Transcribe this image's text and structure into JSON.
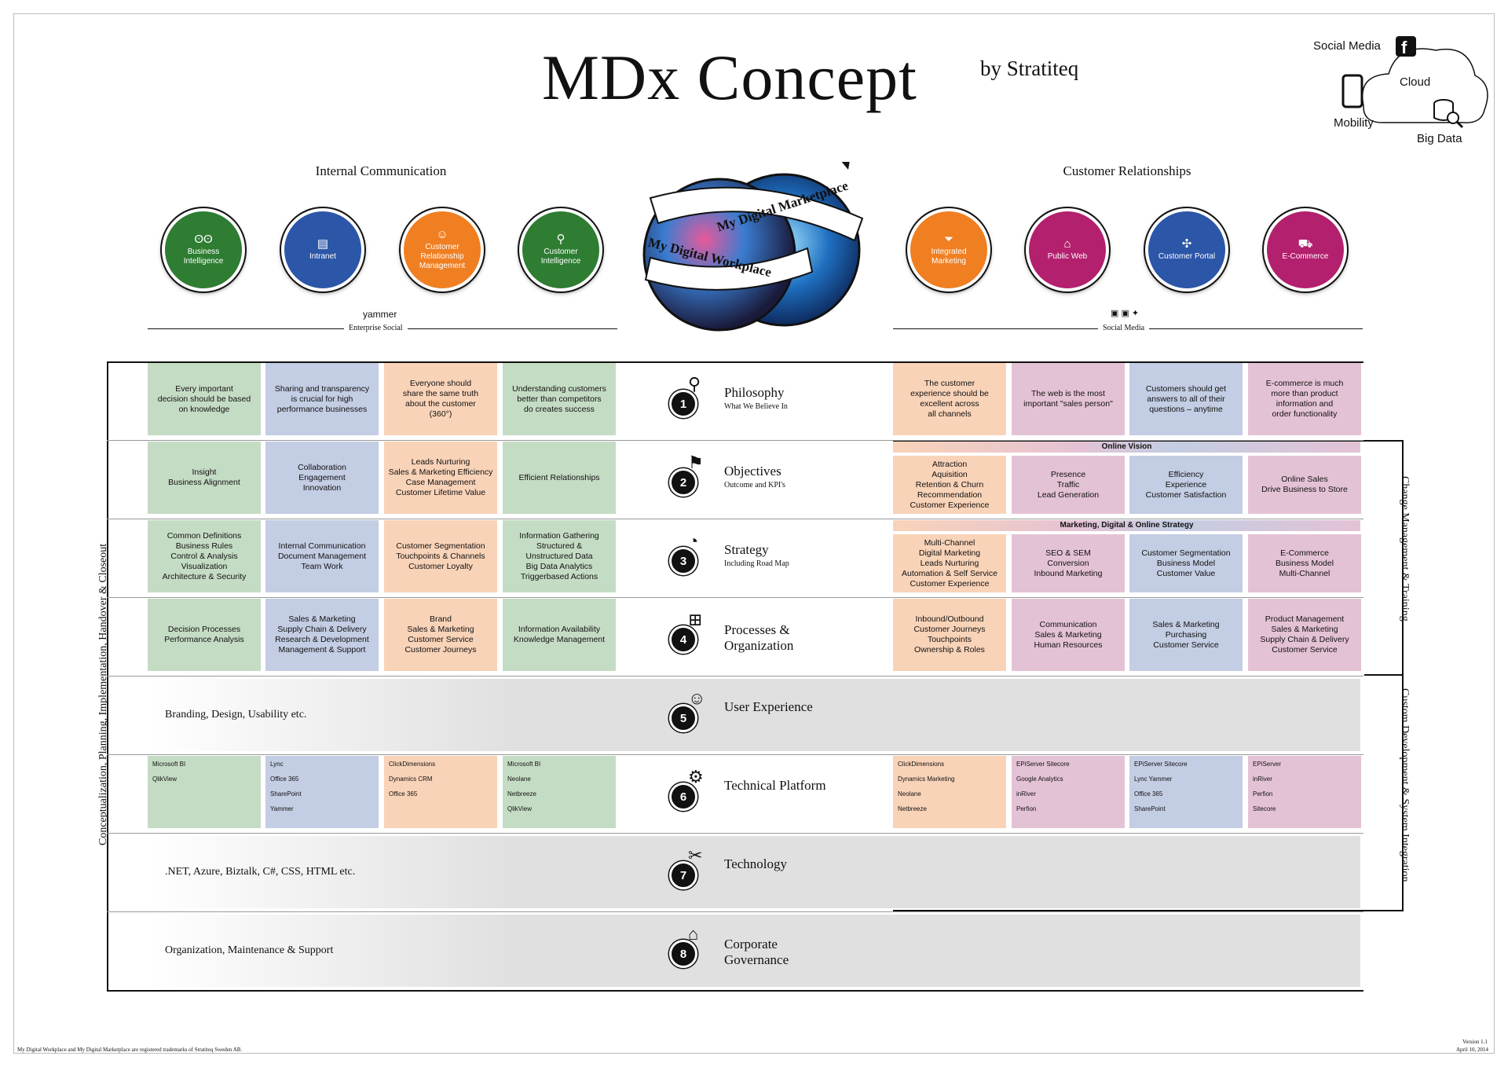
{
  "title": "MDx Concept",
  "byline": "by Stratiteq",
  "cloud": {
    "social": "Social Media",
    "cloud": "Cloud",
    "mobility": "Mobility",
    "bigdata": "Big Data"
  },
  "headers": {
    "left": "Internal Communication",
    "right": "Customer Relationships"
  },
  "left_circles": [
    {
      "label": "Business Intelligence",
      "icon": "glasses-icon",
      "glyph": "ʘʘ",
      "color": "#2e7d32"
    },
    {
      "label": "Intranet",
      "icon": "documents-icon",
      "glyph": "▤",
      "color": "#2c56a8"
    },
    {
      "label": "Customer Relationship Management",
      "icon": "smiley-icon",
      "glyph": "☺",
      "color": "#f07f22"
    },
    {
      "label": "Customer Intelligence",
      "icon": "magnifier-icon",
      "glyph": "⚲",
      "color": "#2e7d32"
    }
  ],
  "right_circles": [
    {
      "label": "Integrated Marketing",
      "icon": "funnel-icon",
      "glyph": "⏷",
      "color": "#f07f22"
    },
    {
      "label": "Public Web",
      "icon": "home-icon",
      "glyph": "⌂",
      "color": "#b3206e"
    },
    {
      "label": "Customer Portal",
      "icon": "network-icon",
      "glyph": "✣",
      "color": "#2c56a8"
    },
    {
      "label": "E-Commerce",
      "icon": "cart-icon",
      "glyph": "⛟",
      "color": "#b3206e"
    }
  ],
  "yammer": "yammer",
  "enterprise_social": "Enterprise Social",
  "social_media": "Social Media",
  "globe": {
    "band1": "My Digital Marketplace",
    "band2": "My Digital Workplace"
  },
  "vertical": {
    "left": "Conceptualization, Planning, Implementation, Handover & Closeout",
    "right1": "Change Management & Training",
    "right2": "Custom Development & System Integration"
  },
  "rows": [
    {
      "num": "1",
      "title": "Philosophy",
      "sub": "What We Believe In",
      "left": [
        "Every important\ndecision should be based\non knowledge",
        "Sharing and transparency\nis crucial for high\nperformance businesses",
        "Everyone should\nshare the same truth\nabout the customer\n(360°)",
        "Understanding customers\nbetter than competitors\ndo creates success"
      ],
      "right": [
        "The customer\nexperience should be\nexcellent across\nall channels",
        "The web is the most\nimportant \"sales person\"",
        "Customers should get\nanswers to all of their\nquestions – anytime",
        "E-commerce is much\nmore than product\ninformation and\norder functionality"
      ]
    },
    {
      "num": "2",
      "title": "Objectives",
      "sub": "Outcome and KPI's",
      "bar": "Online Vision",
      "left": [
        "Insight\nBusiness Alignment",
        "Collaboration\nEngagement\nInnovation",
        "Leads Nurturing\nSales & Marketing Efficiency\nCase Management\nCustomer Lifetime Value",
        "Efficient Relationships"
      ],
      "right": [
        "Attraction\nAquisition\nRetention & Churn\nRecommendation\nCustomer Experience",
        "Presence\nTraffic\nLead Generation",
        "Efficiency\nExperience\nCustomer Satisfaction",
        "Online Sales\nDrive Business to Store"
      ]
    },
    {
      "num": "3",
      "title": "Strategy",
      "sub": "Including Road Map",
      "bar": "Marketing, Digital & Online Strategy",
      "left": [
        "Common Definitions\nBusiness Rules\nControl & Analysis\nVisualization\nArchitecture & Security",
        "Internal Communication\nDocument Management\nTeam Work",
        "Customer Segmentation\nTouchpoints & Channels\nCustomer Loyalty",
        "Information Gathering\nStructured &\nUnstructured Data\nBig Data Analytics\nTriggerbased Actions"
      ],
      "right": [
        "Multi-Channel\nDigital Marketing\nLeads Nurturing\nAutomation & Self Service\nCustomer Experience",
        "SEO & SEM\nConversion\nInbound Marketing",
        "Customer Segmentation\nBusiness Model\nCustomer Value",
        "E-Commerce\nBusiness Model\nMulti-Channel"
      ]
    },
    {
      "num": "4",
      "title": "Processes &\nOrganization",
      "sub": "",
      "left": [
        "Decision Processes\nPerformance Analysis",
        "Sales & Marketing\nSupply Chain & Delivery\nResearch & Development\nManagement & Support",
        "Brand\nSales & Marketing\nCustomer Service\nCustomer Journeys",
        "Information Availability\nKnowledge Management"
      ],
      "right": [
        "Inbound/Outbound\nCustomer Journeys\nTouchpoints\nOwnership & Roles",
        "Communication\nSales & Marketing\nHuman Resources",
        "Sales & Marketing\nPurchasing\nCustomer Service",
        "Product Management\nSales & Marketing\nSupply Chain & Delivery\nCustomer Service"
      ]
    },
    {
      "num": "5",
      "title": "User Experience",
      "sub": "",
      "band": "Branding, Design, Usability etc."
    },
    {
      "num": "6",
      "title": "Technical Platform",
      "sub": "",
      "left": [
        "Microsoft BI\n\nQlikView",
        "Lync\n\nOffice 365\n\nSharePoint\n\nYammer",
        "ClickDimensions\n\nDynamics CRM\n\nOffice 365",
        "Microsoft BI\n\nNeolane\n\nNetbreeze\n\nQlikView"
      ],
      "right": [
        "ClickDimensions\n\nDynamics Marketing\n\nNeolane\n\nNetbreeze",
        "EPiServer          Sitecore\n\nGoogle Analytics\n\ninRiver\n\nPerfion",
        "EPiServer          Sitecore\n\nLync                  Yammer\n\nOffice 365\n\nSharePoint",
        "EPiServer\n\ninRiver\n\nPerfion\n\nSitecore"
      ]
    },
    {
      "num": "7",
      "title": "Technology",
      "sub": "",
      "band": ".NET, Azure, Biztalk, C#, CSS, HTML etc."
    },
    {
      "num": "8",
      "title": "Corporate\nGovernance",
      "sub": "",
      "band": "Organization, Maintenance & Support"
    }
  ],
  "footer_left": "My Digital Workplace and My Digital Marketplace are registered trademarks of Stratiteq Sweden AB.",
  "footer_version": "Version 1.1",
  "footer_date": "April 10, 2014"
}
